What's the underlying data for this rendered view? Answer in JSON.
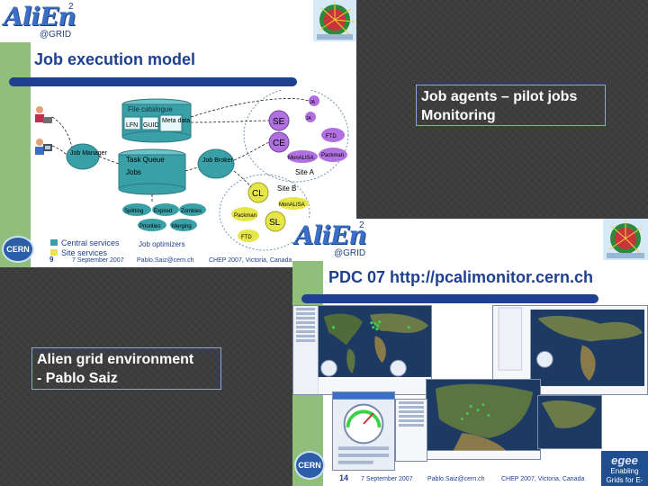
{
  "slide_one": {
    "logo_text": "AliEn",
    "logo_sup": "2",
    "logo_sub": "@GRID",
    "title": "Job execution model",
    "diagram": {
      "file_catalogue": "File catalogue",
      "lfn": "LFN",
      "guid": "GUID",
      "meta_data": "Meta data",
      "job_manager": "Job Manager",
      "task_queue": "Task Queue",
      "jobs": "Jobs",
      "job_broker": "Job Broker",
      "se": "SE",
      "ce": "CE",
      "ja": "JA",
      "ftd": "FTD",
      "packman": "Packman",
      "monalisa": "MonALISA",
      "site_a": "Site A",
      "site_b": "Site B",
      "cl": "CL",
      "sl": "SL",
      "splitting": "Splitting",
      "expired": "Expired",
      "zombies": "Zombies",
      "priorities": "Priorities",
      "merging": "Merging",
      "job_optimizers": "Job optimizers"
    },
    "legend": {
      "central": "Central services",
      "site": "Site services"
    },
    "footer": {
      "cern": "CERN",
      "page": "9",
      "date": "7 September 2007",
      "email": "Pablo.Saiz@cern.ch",
      "conf": "CHEP 2007, Victoria, Canada"
    }
  },
  "slide_two": {
    "logo_text": "AliEn",
    "logo_sup": "2",
    "logo_sub": "@GRID",
    "title": "PDC 07 http://pcalimonitor.cern.ch",
    "footer": {
      "cern": "CERN",
      "page": "14",
      "date": "7 September 2007",
      "email": "Pablo.Saiz@cern.ch",
      "conf": "CHEP 2007, Victoria, Canada",
      "egee_logo": "egee",
      "egee_sub": "Enabling Grids for E-sciencE"
    }
  },
  "callouts": {
    "top_line1": "Job agents – pilot jobs",
    "top_line2": "Monitoring",
    "bottom_line1": "Alien grid environment",
    "bottom_line2": "- Pablo Saiz"
  },
  "colors": {
    "background": "#3d3d3d",
    "slide_title": "#1f3f8f",
    "central_services": "#3aa0a8",
    "site_services": "#e6e64a",
    "accent_green": "#8fbf7a",
    "callout_border": "#7fa9d9"
  },
  "icons": [
    "person-icon",
    "computer-icon",
    "collision-event-icon",
    "cern-logo-icon",
    "world-map-icon",
    "gauge-icon"
  ]
}
